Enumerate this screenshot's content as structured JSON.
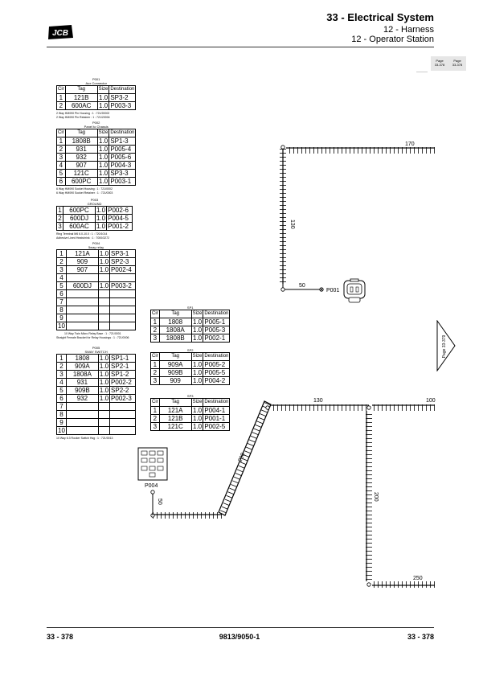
{
  "header": {
    "title": "33 - Electrical System",
    "sub1": "12 - Harness",
    "sub2": "12 - Operator Station",
    "logo_text": "JCB"
  },
  "page_refs": [
    {
      "line1": "Page",
      "line2": "33-378"
    },
    {
      "line1": "Page",
      "line2": "33-378"
    }
  ],
  "page_turn": "Page 33-379",
  "connectors": {
    "p001": {
      "id": "P001",
      "title": "Aux Connector",
      "headers": [
        "Cir",
        "Tag",
        "Size",
        "Destination"
      ],
      "rows": [
        [
          "1",
          "121B",
          "1.0",
          "SP3-2"
        ],
        [
          "2",
          "600AC",
          "1.0",
          "P003-3"
        ]
      ],
      "notes": [
        "2 Way HM090 Pin Housing : 1 : 721/20002",
        "2 Way HM090 Pin Retainer : 1 : 721/20004"
      ]
    },
    "p002": {
      "id": "P002",
      "title": "Panel to Chassis",
      "headers": [
        "Cir",
        "Tag",
        "Size",
        "Destination"
      ],
      "rows": [
        [
          "1",
          "1808B",
          "1.0",
          "SP1-3"
        ],
        [
          "2",
          "931",
          "1.0",
          "P005-4"
        ],
        [
          "3",
          "932",
          "1.0",
          "P005-6"
        ],
        [
          "4",
          "907",
          "1.0",
          "P004-3"
        ],
        [
          "5",
          "121C",
          "1.0",
          "SP3-3"
        ],
        [
          "6",
          "600PC",
          "1.0",
          "P003-1"
        ]
      ],
      "notes": [
        "6 Way HM090 Socket Housing : 1 : 721/0002",
        "6 Way HM090 Socket Retainer : 1 : 721/0003"
      ]
    },
    "p003": {
      "id": "P003",
      "title": "GROUND",
      "rows": [
        [
          "1",
          "600PC",
          "1.0",
          "P002-6"
        ],
        [
          "2",
          "600DJ",
          "1.0",
          "P004-5"
        ],
        [
          "3",
          "600AC",
          "1.0",
          "P001-2"
        ]
      ],
      "notes": [
        "Ring Terminal M6 6.0-10.0 : 1 : 720/1014",
        "Adhesive Lined Heatshrink : 1 : 7000/3272"
      ]
    },
    "p004": {
      "id": "P004",
      "title": "5way relay",
      "rows": [
        [
          "1",
          "121A",
          "1.0",
          "SP3-1"
        ],
        [
          "2",
          "909",
          "1.0",
          "SP2-3"
        ],
        [
          "3",
          "907",
          "1.0",
          "P002-4"
        ],
        [
          "4",
          "",
          "",
          ""
        ],
        [
          "5",
          "600DJ",
          "1.0",
          "P003-2"
        ],
        [
          "6",
          "",
          "",
          ""
        ],
        [
          "7",
          "",
          "",
          ""
        ],
        [
          "8",
          "",
          "",
          ""
        ],
        [
          "9",
          "",
          "",
          ""
        ],
        [
          "10",
          "",
          "",
          ""
        ]
      ],
      "notes": [
        "10 Way Twin Micro Relay Base : 1 : 721/0001",
        "Straight Female Bracket for Relay Housings : 1 : 721/0006"
      ]
    },
    "p005": {
      "id": "P005",
      "title": "SWAY SWITCH",
      "rows": [
        [
          "1",
          "1808",
          "1.0",
          "SP1-1"
        ],
        [
          "2",
          "909A",
          "1.0",
          "SP2-1"
        ],
        [
          "3",
          "1808A",
          "1.0",
          "SP1-2"
        ],
        [
          "4",
          "931",
          "1.0",
          "P002-2"
        ],
        [
          "5",
          "909B",
          "1.0",
          "SP2-2"
        ],
        [
          "6",
          "932",
          "1.0",
          "P002-3"
        ],
        [
          "7",
          "",
          "",
          ""
        ],
        [
          "8",
          "",
          "",
          ""
        ],
        [
          "9",
          "",
          "",
          ""
        ],
        [
          "10",
          "",
          "",
          ""
        ]
      ],
      "notes": [
        "10 Way 6.3 Rocker Switch Hsg : 1 : 721/0013"
      ]
    }
  },
  "splices": {
    "sp1": {
      "id": "SP1",
      "headers": [
        "Cir",
        "Tag",
        "Size",
        "Destination"
      ],
      "rows": [
        [
          "1",
          "1808",
          "1.0",
          "P005-1"
        ],
        [
          "2",
          "1808A",
          "1.0",
          "P005-3"
        ],
        [
          "3",
          "1808B",
          "1.0",
          "P002-1"
        ]
      ]
    },
    "sp2": {
      "id": "SP2",
      "headers": [
        "Cir",
        "Tag",
        "Size",
        "Destination"
      ],
      "rows": [
        [
          "1",
          "909A",
          "1.0",
          "P005-2"
        ],
        [
          "2",
          "909B",
          "1.0",
          "P005-5"
        ],
        [
          "3",
          "909",
          "1.0",
          "P004-2"
        ]
      ]
    },
    "sp3": {
      "id": "SP3",
      "headers": [
        "Cir",
        "Tag",
        "Size",
        "Destination"
      ],
      "rows": [
        [
          "1",
          "121A",
          "1.0",
          "P004-1"
        ],
        [
          "2",
          "121B",
          "1.0",
          "P001-1"
        ],
        [
          "3",
          "121C",
          "1.0",
          "P002-5"
        ]
      ]
    }
  },
  "harness_labels": {
    "top_h": "170",
    "top_v": "130",
    "p001_lead": "50",
    "p001_name": "P001",
    "right_h1": "130",
    "right_h2": "100",
    "diag": "200",
    "right_v": "200",
    "bottom_h": "250",
    "p004_lead": "50",
    "p004_name": "P004"
  },
  "footer": {
    "left": "33 - 378",
    "center": "9813/9050-1",
    "right": "33 - 378"
  }
}
